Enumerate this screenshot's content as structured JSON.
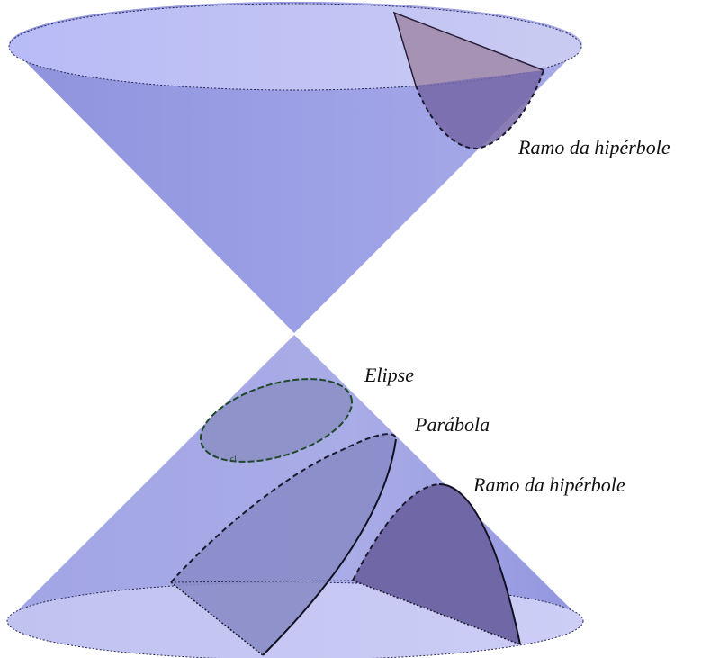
{
  "labels": {
    "hyperbola_upper": "Ramo da hipérbole",
    "ellipse": "Elipse",
    "parabola": "Parábola",
    "hyperbola_lower": "Ramo da hipérbole",
    "curve_marker": "c1"
  },
  "colors": {
    "cone_light": "#b9bcef",
    "cone_mid": "#9a9ee3",
    "cone_dark": "#8c90d8",
    "base_fill": "#c4c6f4",
    "hyperbola_fill": "#7067a6",
    "hyperbola_upper_fill": "#a693b3",
    "parabola_fill": "#8a8cc8",
    "ellipse_fill": "#8f93c9",
    "ellipse_stroke": "#1f4a2a",
    "curve_stroke": "#1a1a2e"
  }
}
